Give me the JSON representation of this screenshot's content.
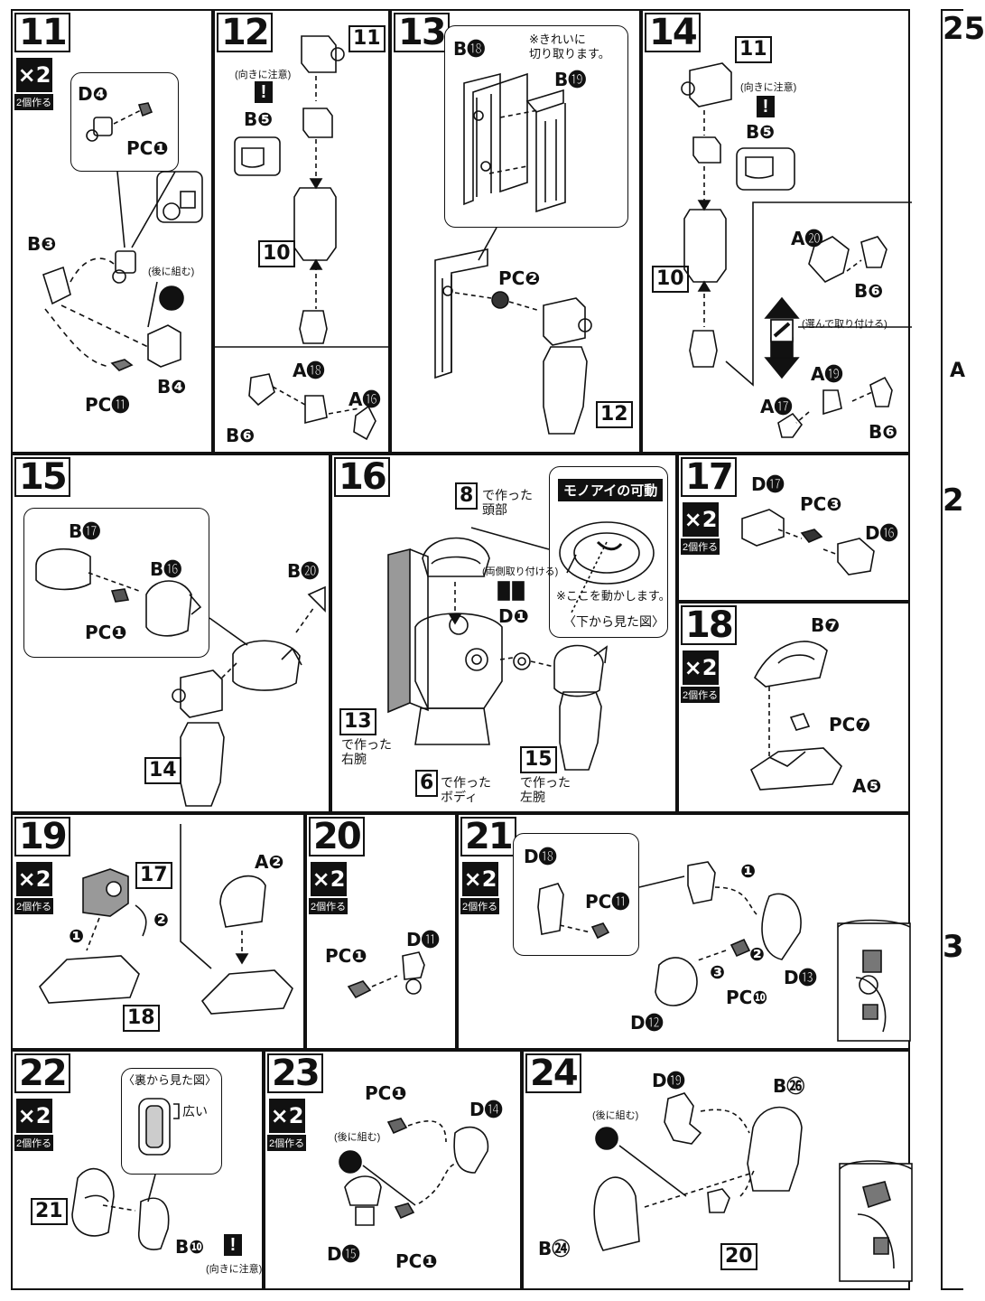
{
  "common": {
    "x2": "×2",
    "make_two": "2個作る",
    "orientation_note": "(向きに注意)",
    "assemble_later": "(後に組む)"
  },
  "step11": {
    "number": "11",
    "parts": [
      "D❹",
      "PC❶",
      "B❸",
      "B❹",
      "PC⓫"
    ]
  },
  "step12": {
    "number": "12",
    "parts": [
      "B❺",
      "A⓲",
      "A⓰",
      "B❻"
    ],
    "refs": [
      "11",
      "10"
    ]
  },
  "step13": {
    "number": "13",
    "parts": [
      "B⓲",
      "B⓳",
      "PC❷"
    ],
    "note": "※きれいに\n切り取ります。",
    "refs": [
      "12"
    ]
  },
  "step14": {
    "number": "14",
    "parts": [
      "B❺",
      "A⓴",
      "B❻",
      "A⓳",
      "A⓱",
      "B❻"
    ],
    "choose_note": "(選んで取り付ける)",
    "refs": [
      "11",
      "10"
    ]
  },
  "step15": {
    "number": "15",
    "parts": [
      "B⓱",
      "B⓰",
      "PC❶",
      "B⓴"
    ],
    "refs": [
      "14"
    ]
  },
  "step16": {
    "number": "16",
    "head_label": "で作った\n頭部",
    "monoeye_title": "モノアイの可動",
    "both_sides_note": "(両側取り付ける)",
    "move_note": "※ここを動かします。",
    "bottom_view": "〈下から見た図〉",
    "part": "D❶",
    "right_arm": "で作った\n右腕",
    "body": "で作った\nボディ",
    "left_arm": "で作った\n左腕",
    "refs": [
      "8",
      "13",
      "6",
      "15"
    ]
  },
  "step17": {
    "number": "17",
    "parts": [
      "D⓱",
      "PC❸",
      "D⓰"
    ]
  },
  "step18": {
    "number": "18",
    "parts": [
      "B❼",
      "PC❼",
      "A❺"
    ]
  },
  "step19": {
    "number": "19",
    "parts": [
      "A❷"
    ],
    "refs": [
      "17",
      "18"
    ],
    "order": [
      "❶",
      "❷"
    ]
  },
  "step20": {
    "number": "20",
    "parts": [
      "PC❶",
      "D⓫"
    ]
  },
  "step21": {
    "number": "21",
    "parts": [
      "D⓲",
      "PC⓫",
      "D⓭",
      "PC❿",
      "D⓬"
    ],
    "order": [
      "❶",
      "❷",
      "❸"
    ]
  },
  "step22": {
    "number": "22",
    "back_view": "〈裏から見た図〉",
    "wide": "広い",
    "parts": [
      "B❿"
    ],
    "refs": [
      "21"
    ]
  },
  "step23": {
    "number": "23",
    "parts": [
      "PC❶",
      "D⓮",
      "D⓯",
      "PC❶"
    ]
  },
  "step24": {
    "number": "24",
    "parts": [
      "D⓳",
      "B㉖",
      "B㉔"
    ],
    "refs": [
      "20"
    ]
  },
  "edge": [
    "25",
    "2",
    "A",
    "3"
  ]
}
